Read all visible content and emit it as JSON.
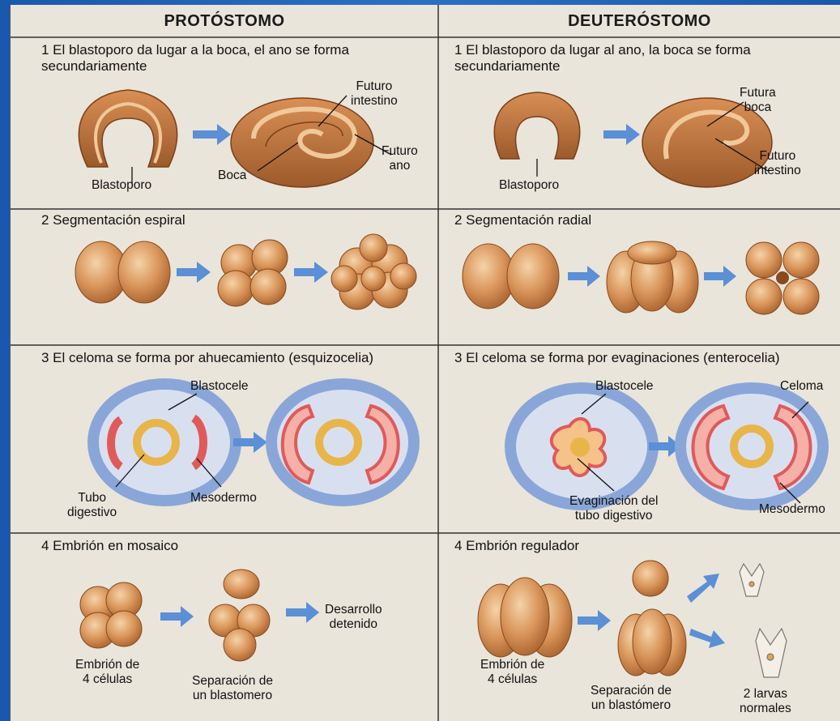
{
  "headers": {
    "left": "PROTÓSTOMO",
    "right": "DEUTERÓSTOMO"
  },
  "rows": [
    {
      "left": {
        "title": "1 El blastoporo da lugar a la boca, el ano se forma\nsecundariamente",
        "labels": {
          "futuro_intestino": "Futuro\nintestino",
          "futuro_ano": "Futuro\nano",
          "boca": "Boca",
          "blastoporo": "Blastoporo"
        }
      },
      "right": {
        "title": "1 El blastoporo da lugar al ano, la boca se forma\nsecundariamente",
        "labels": {
          "futura_boca": "Futura\nboca",
          "futuro_intestino": "Futuro\nintestino",
          "blastoporo": "Blastoporo"
        }
      }
    },
    {
      "left": {
        "title": "2 Segmentación espiral"
      },
      "right": {
        "title": "2 Segmentación radial"
      }
    },
    {
      "left": {
        "title": "3 El celoma se forma por ahuecamiento (esquizocelia)",
        "labels": {
          "blastocele": "Blastocele",
          "tubo_digestivo": "Tubo\ndigestivo",
          "mesodermo": "Mesodermo"
        }
      },
      "right": {
        "title": "3 El celoma se forma por evaginaciones (enterocelia)",
        "labels": {
          "blastocele": "Blastocele",
          "celoma": "Celoma",
          "evaginacion": "Evaginación del\ntubo digestivo",
          "mesodermo": "Mesodermo"
        }
      }
    },
    {
      "left": {
        "title": "4 Embrión en mosaico",
        "labels": {
          "embrion": "Embrión de\n4 células",
          "separacion": "Separación de\nun blastomero",
          "desarrollo": "Desarrollo\ndetenido"
        }
      },
      "right": {
        "title": "4 Embrión regulador",
        "labels": {
          "embrion": "Embrión de\n4 células",
          "separacion": "Separación de\nun blastómero",
          "larvas": "2 larvas\nnormales"
        }
      }
    }
  ],
  "colors": {
    "cell": "#c98a4e",
    "arrow": "#5b8fd6",
    "mesoderm": "#e05a5a",
    "gut": "#e8b54a",
    "ectoderm": "#8aa6d8"
  }
}
